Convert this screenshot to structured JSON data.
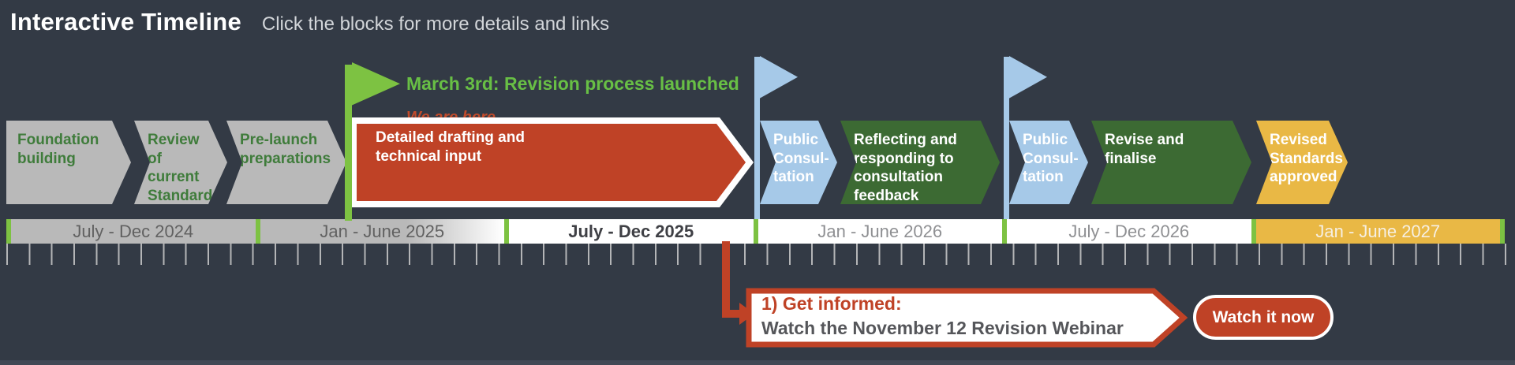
{
  "header": {
    "title": "Interactive Timeline",
    "subtitle": "Click the blocks for more details and links"
  },
  "annotations": {
    "launch_flag": "March 3rd: Revision process launched",
    "we_are_here": "We are here"
  },
  "blocks": [
    {
      "label": "Foundation\nbuilding",
      "color": "#b9b9b9"
    },
    {
      "label": "Review\nof current\nStandards",
      "color": "#b9b9b9"
    },
    {
      "label": "Pre-launch\npreparations",
      "color": "#b9b9b9"
    },
    {
      "label": "Detailed drafting and\ntechnical input",
      "color": "#bf4226"
    },
    {
      "label": "Public\nConsul-\ntation",
      "color": "#a6c9e8"
    },
    {
      "label": "Reflecting and\nresponding to\nconsultation\nfeedback",
      "color": "#3c6a33"
    },
    {
      "label": "Public\nConsul-\ntation",
      "color": "#a6c9e8"
    },
    {
      "label": "Revise and\nfinalise",
      "color": "#3c6a33"
    },
    {
      "label": "Revised\nStandards\napproved",
      "color": "#e9b845"
    }
  ],
  "timeline": {
    "periods": [
      {
        "label": "July - Dec 2024",
        "state": "past"
      },
      {
        "label": "Jan - June 2025",
        "state": "past"
      },
      {
        "label": "July - Dec 2025",
        "state": "current"
      },
      {
        "label": "Jan - June 2026",
        "state": "future"
      },
      {
        "label": "July - Dec 2026",
        "state": "future"
      },
      {
        "label": "Jan - June 2027",
        "state": "final"
      }
    ]
  },
  "callout": {
    "heading": "1) Get informed:",
    "body": "Watch the November 12 Revision Webinar",
    "button_label": "Watch it now"
  },
  "colors": {
    "background": "#333a45",
    "accent_red": "#bf4226",
    "flag_green": "#7dc242",
    "text_green": "#68bf45",
    "block_gray": "#b9b9b9",
    "block_blue": "#a6c9e8",
    "block_green": "#3c6a33",
    "block_yellow": "#e9b845"
  }
}
